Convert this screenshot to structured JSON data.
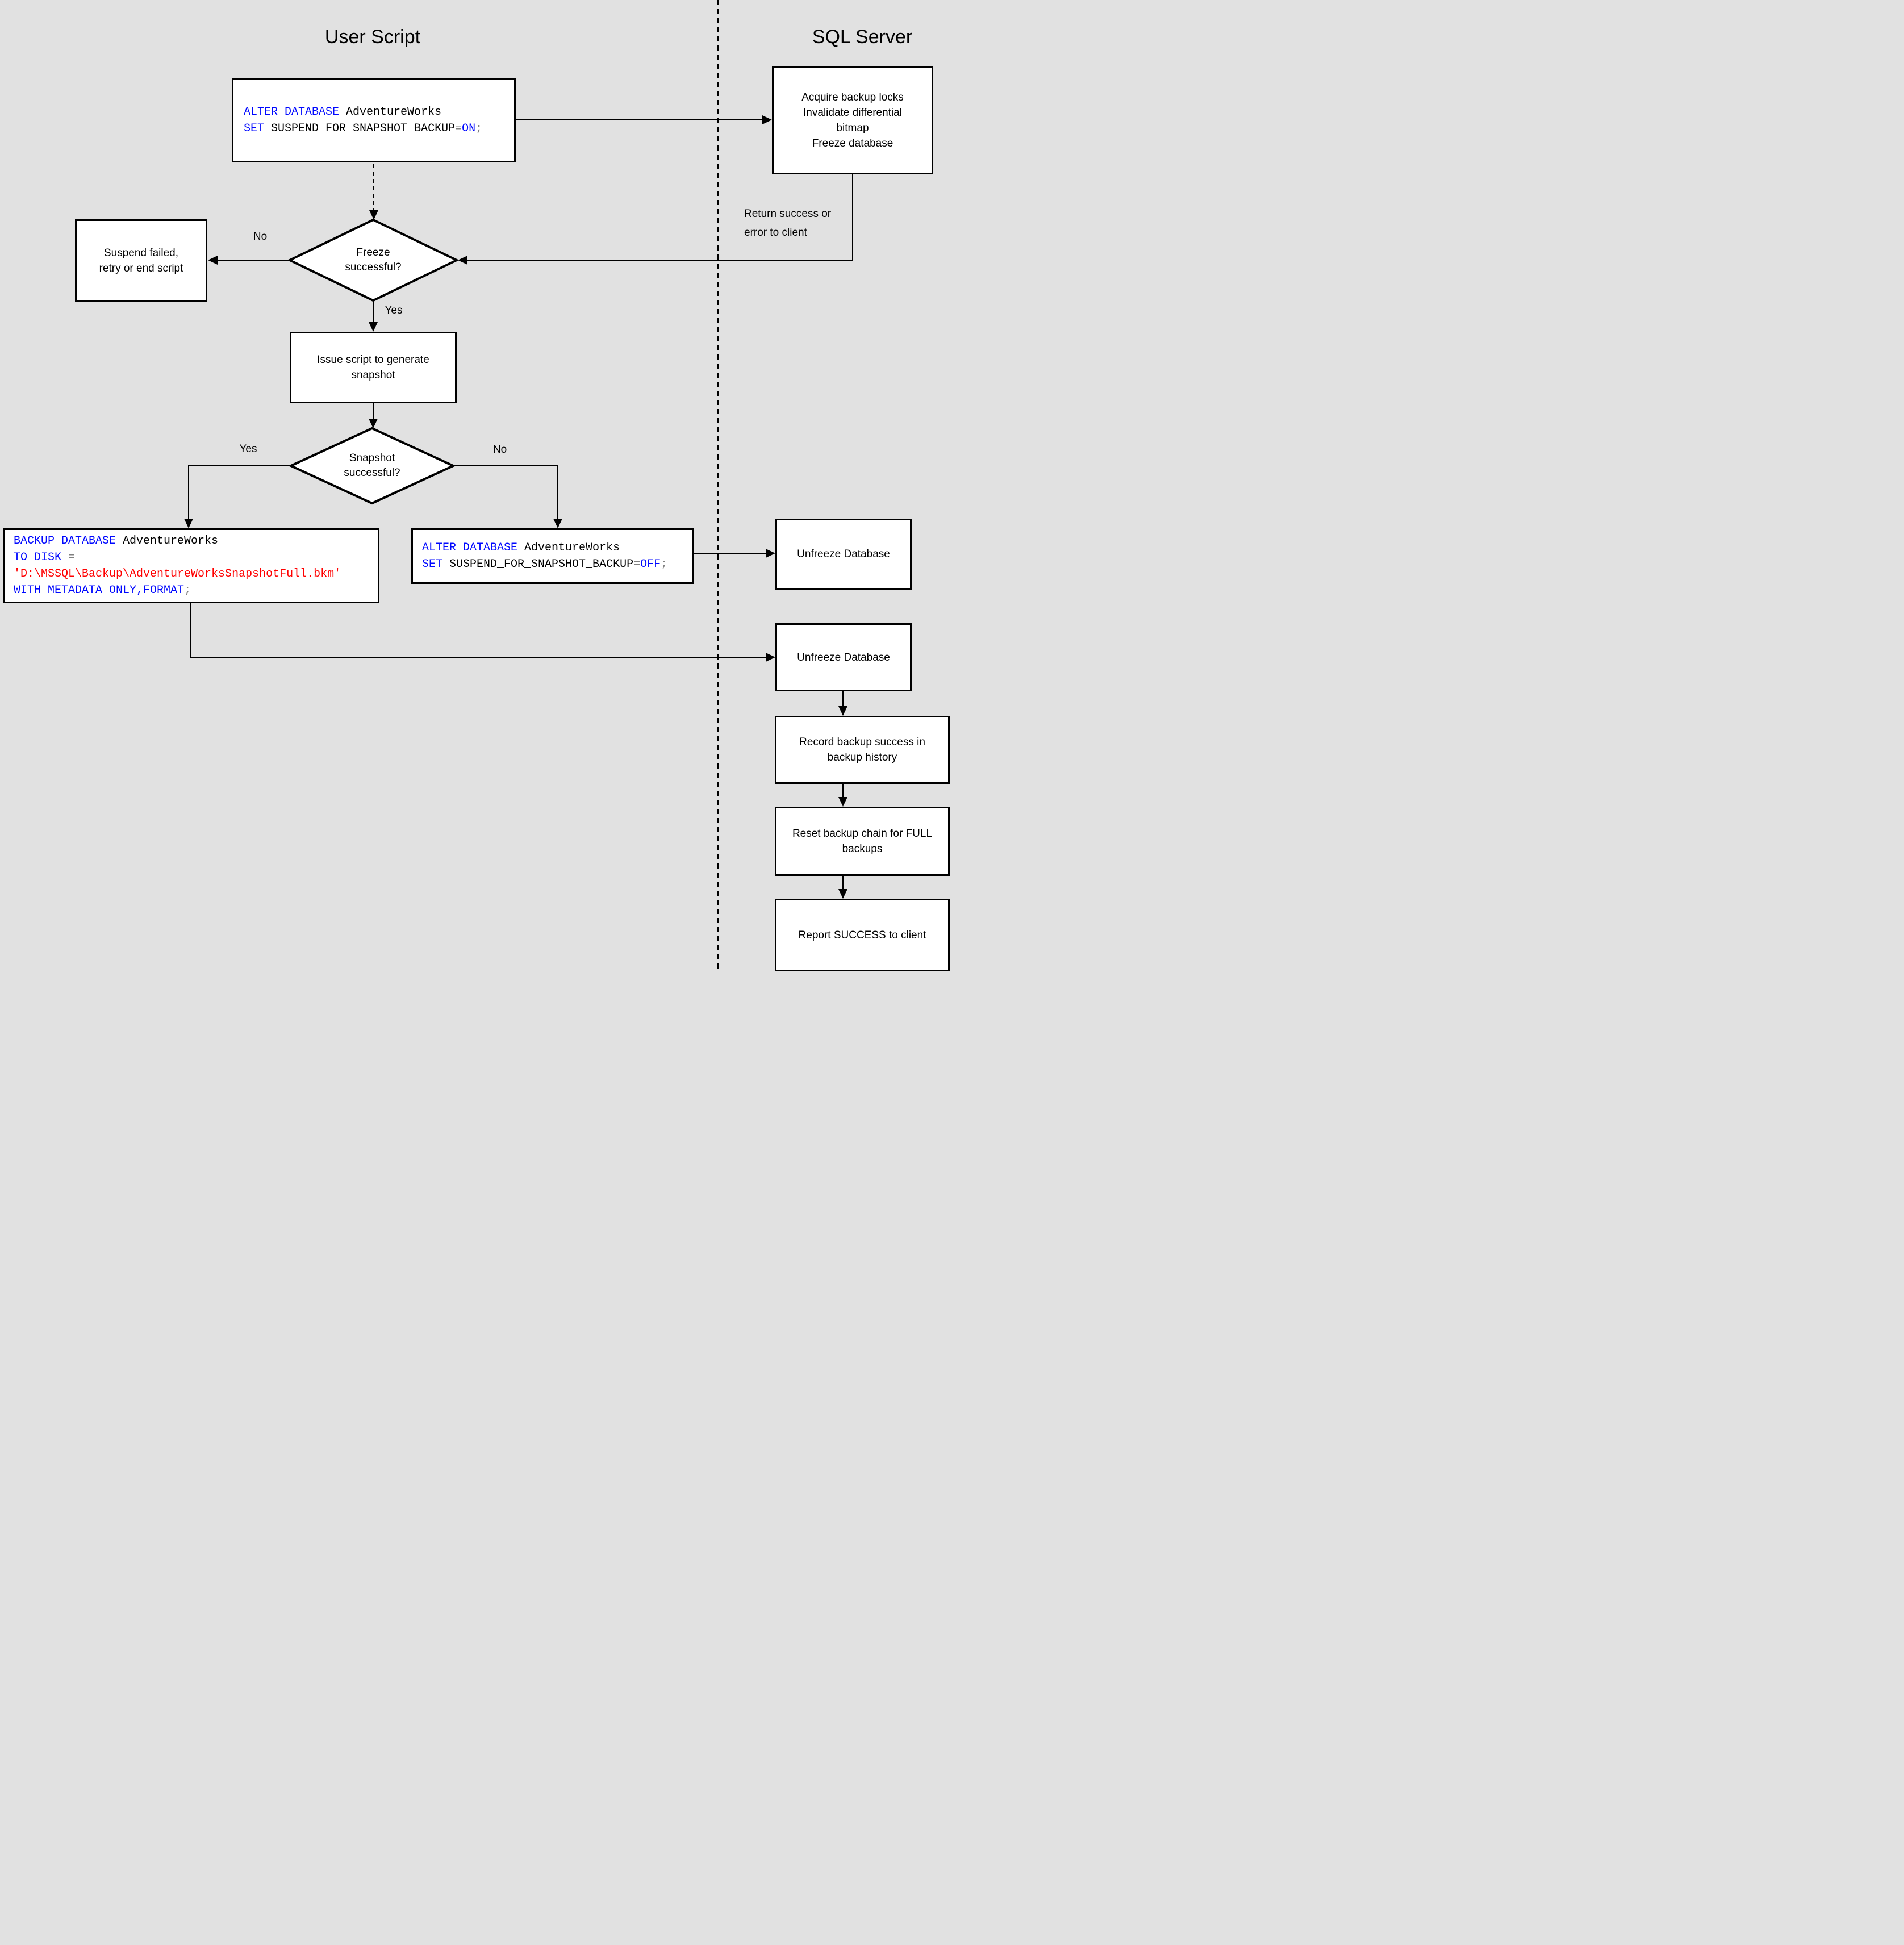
{
  "titles": {
    "left": "User Script",
    "right": "SQL Server"
  },
  "colors": {
    "background": "#e1e1e1",
    "node_fill": "#ffffff",
    "node_border": "#000000",
    "keyword_blue": "#0008ff",
    "string_red": "#ff0000",
    "operator_gray": "#808080",
    "text": "#000000"
  },
  "nodes": {
    "alter_on": {
      "l1_kw": "ALTER DATABASE",
      "l1_plain": " AdventureWorks",
      "l2_kw": "SET",
      "l2_plain": " SUSPEND_FOR_SNAPSHOT_BACKUP",
      "l2_op": "=",
      "l2_kw2": "ON",
      "l2_op2": ";"
    },
    "acquire": {
      "lines": [
        "Acquire backup locks",
        "Invalidate differential",
        "bitmap",
        "Freeze database"
      ]
    },
    "freeze": {
      "lines": [
        "Freeze",
        "successful?"
      ]
    },
    "suspend": {
      "lines": [
        "Suspend failed,",
        "retry or end script"
      ]
    },
    "issue": {
      "lines": [
        "Issue script to generate",
        "snapshot"
      ]
    },
    "snapshot": {
      "lines": [
        "Snapshot",
        "successful?"
      ]
    },
    "backup": {
      "l1_kw": "BACKUP DATABASE",
      "l1_plain": " AdventureWorks",
      "l2_kw": "TO DISK ",
      "l2_op": "=",
      "l3_str": "'D:\\MSSQL\\Backup\\AdventureWorksSnapshotFull.bkm'",
      "l4_kw": "WITH METADATA_ONLY,FORMAT",
      "l4_op": ";"
    },
    "alter_off": {
      "l1_kw": "ALTER DATABASE",
      "l1_plain": " AdventureWorks",
      "l2_kw": "SET",
      "l2_plain": " SUSPEND_FOR_SNAPSHOT_BACKUP",
      "l2_op": "=",
      "l2_kw2": "OFF",
      "l2_op2": ";"
    },
    "unfreeze1": {
      "label": "Unfreeze Database"
    },
    "unfreeze2": {
      "label": "Unfreeze Database"
    },
    "record": {
      "lines": [
        "Record backup success in",
        "backup history"
      ]
    },
    "reset": {
      "lines": [
        "Reset backup chain for FULL",
        "backups"
      ]
    },
    "report": {
      "label": "Report SUCCESS to client"
    }
  },
  "edge_labels": {
    "freeze_no": "No",
    "freeze_yes": "Yes",
    "snapshot_yes": "Yes",
    "snapshot_no": "No",
    "return_line1": "Return success or",
    "return_line2": "error to client"
  }
}
